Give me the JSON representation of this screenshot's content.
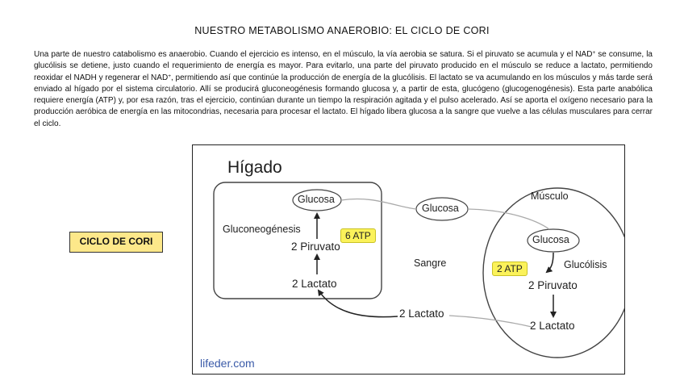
{
  "title": "NUESTRO METABOLISMO ANAEROBIO: EL CICLO DE CORI",
  "intro": {
    "part1": "Una parte de nuestro catabolismo es anaerobio. Cuando el ejercicio es intenso, en el músculo, la vía aerobia se satura. Si el piruvato se acumula y el NAD",
    "sup1": "+",
    "part2": " se consume, la glucólisis se detiene, justo cuando el requerimiento de energía es mayor. Para evitarlo, una parte del piruvato producido en el músculo se reduce a lactato, permitiendo reoxidar el NADH y regenerar el NAD",
    "sup2": "+",
    "part3": ", permitiendo así que continúe la producción de energía de la glucólisis. El lactato se va acumulando en los músculos y más tarde será enviado al hígado por el sistema circulatorio. Allí se producirá gluconeogénesis formando glucosa y, a partir de esta, glucógeno (glucogenogénesis). Esta parte anabólica requiere energía (ATP)  y, por esa razón, tras el ejercicio, continúan durante un tiempo la respiración agitada y el pulso acelerado. Así se aporta el oxígeno necesario para la producción aeróbica de energía en las mitocondrias, necesaria para procesar el lactato. El hígado libera glucosa a la sangre que vuelve a las células musculares para cerrar el ciclo."
  },
  "side_label": "CICLO DE CORI",
  "diagram": {
    "liver_title": "Hígado",
    "liver_glucose": "Glucosa",
    "gluconeogenesis": "Gluconeogénesis",
    "liver_atp": "6 ATP",
    "liver_pyruvate": "2 Piruvato",
    "liver_lactate": "2 Lactato",
    "blood_glucose": "Glucosa",
    "blood_label": "Sangre",
    "blood_lactate": "2 Lactato",
    "muscle_title": "Músculo",
    "muscle_glucose": "Glucosa",
    "muscle_atp": "2 ATP",
    "glycolysis": "Glucólisis",
    "muscle_pyruvate": "2 Piruvato",
    "muscle_lactate": "2 Lactato",
    "logo": "lifeder.com"
  },
  "colors": {
    "atp_highlight": "#fbf25a",
    "label_box": "#fde88a",
    "logo": "#3a5aa8"
  }
}
